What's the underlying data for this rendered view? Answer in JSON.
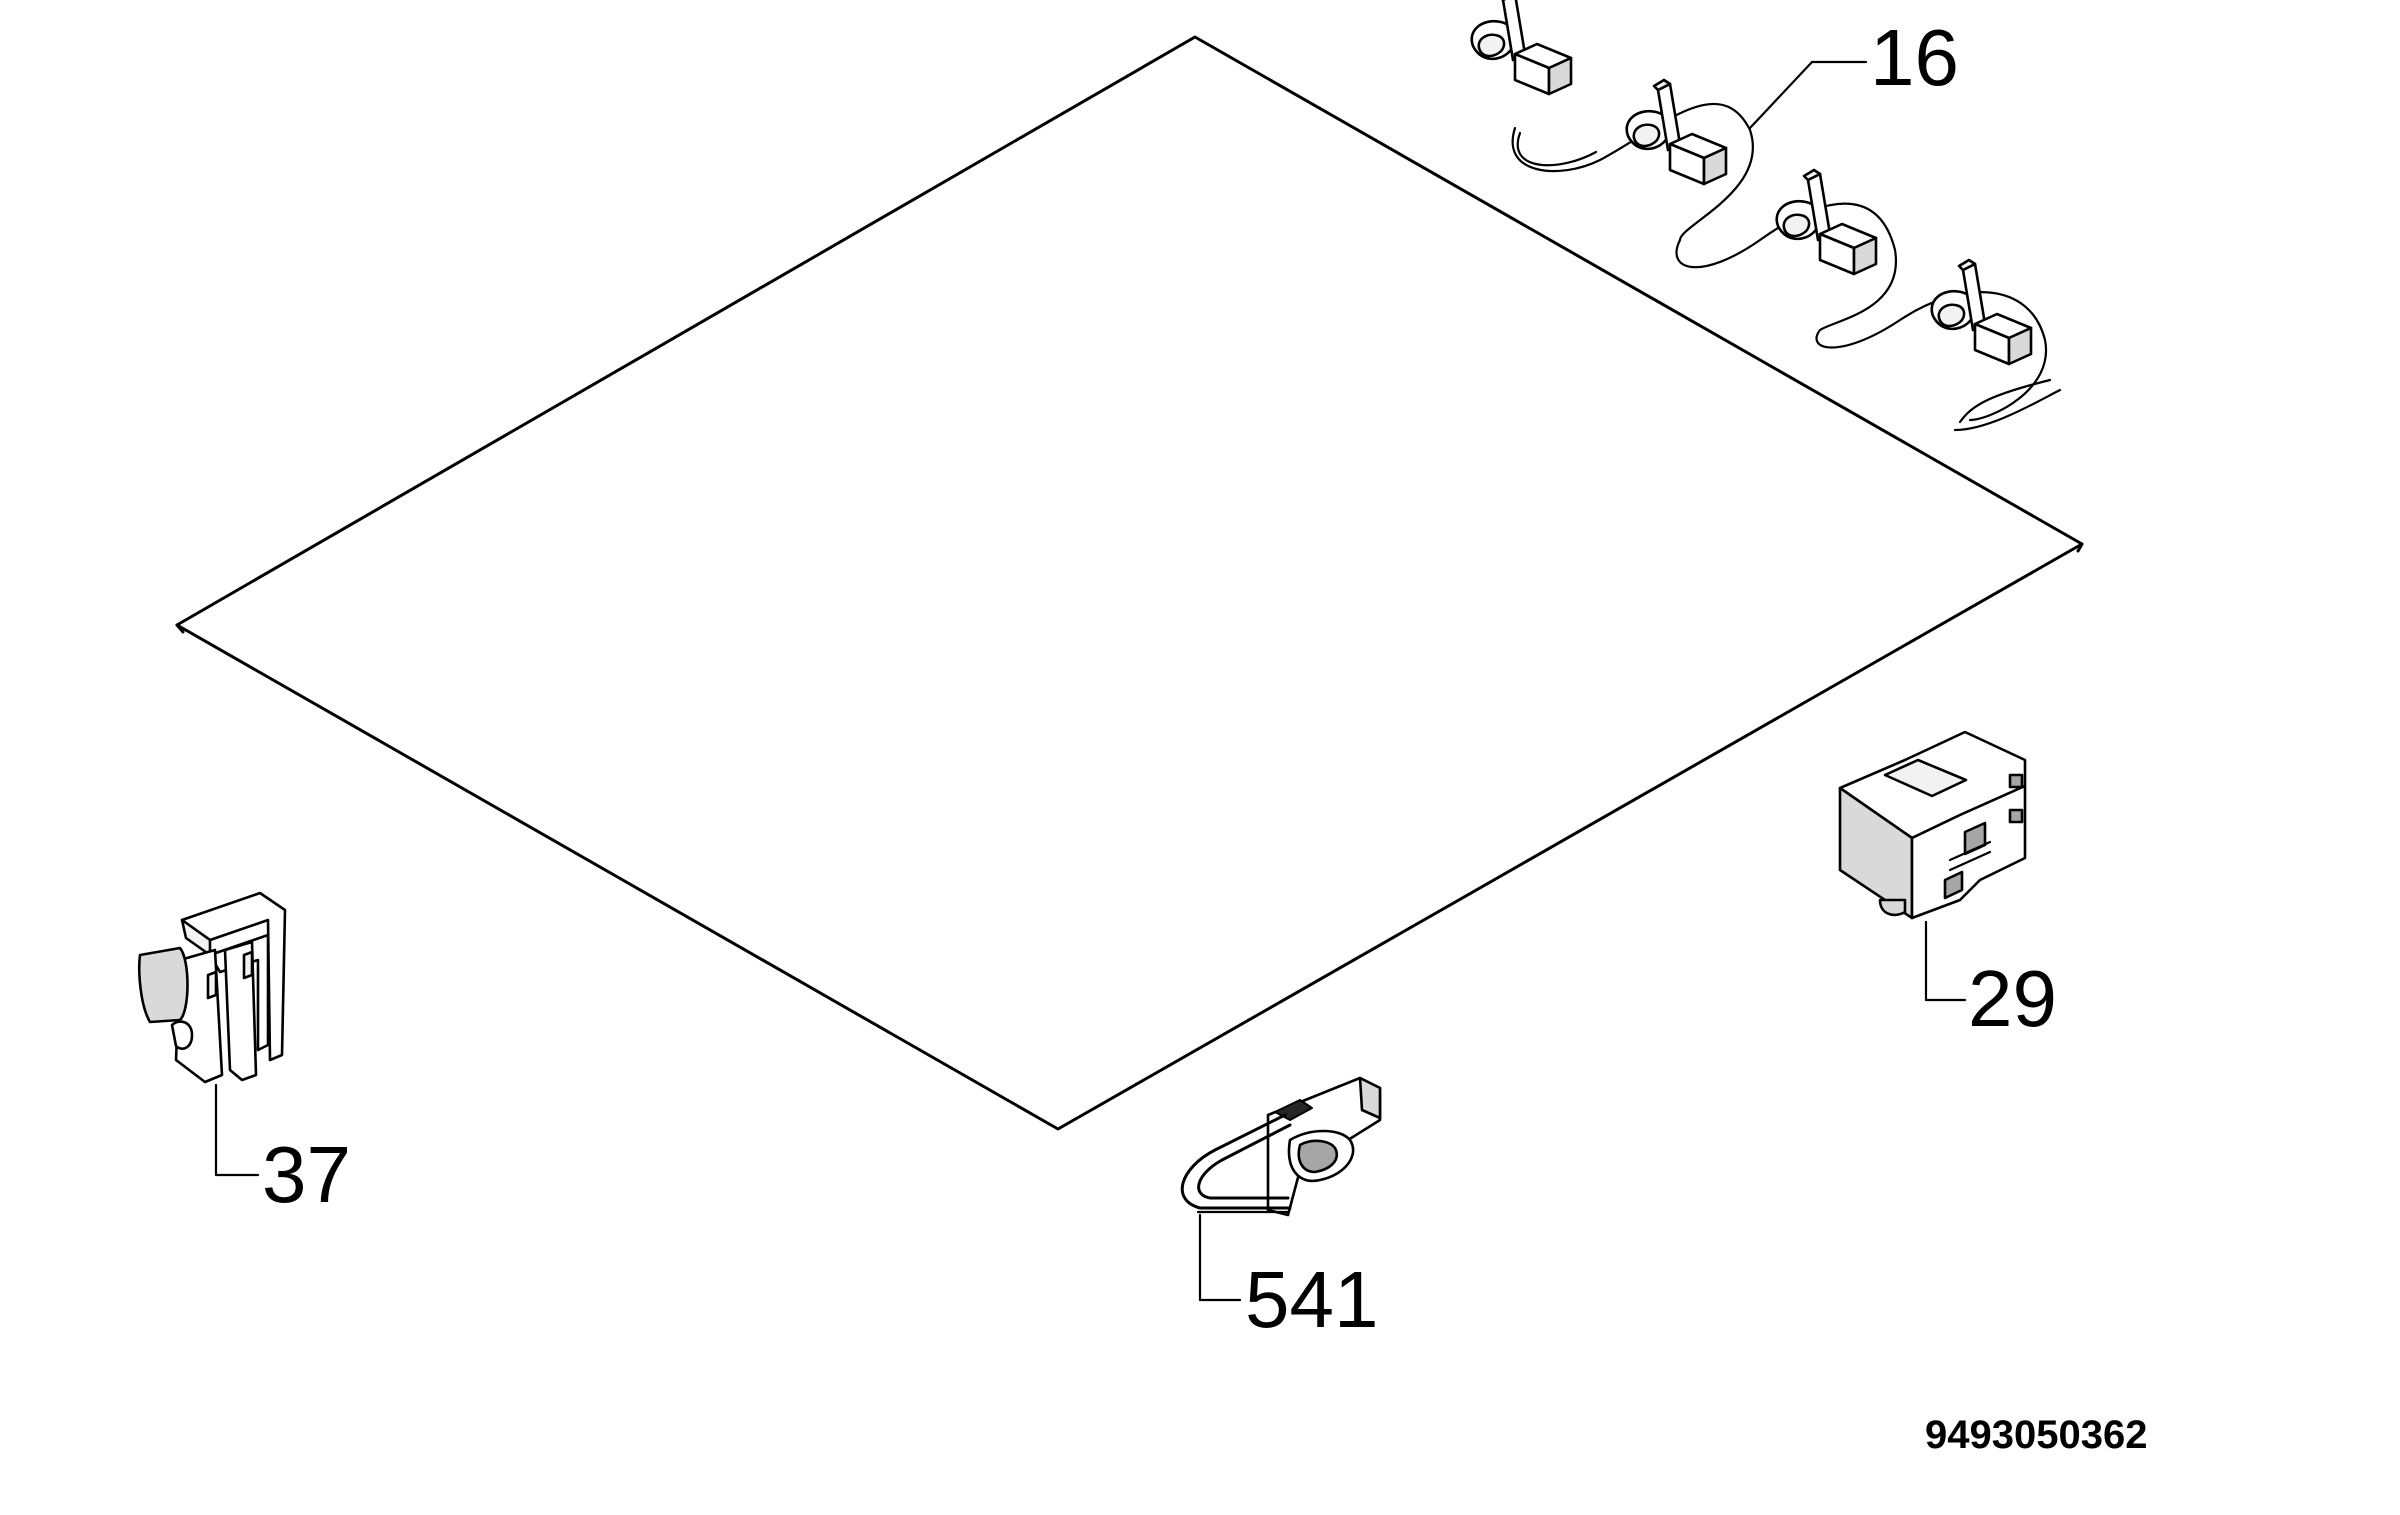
{
  "diagram": {
    "reference_code": "9493050362",
    "callouts": [
      {
        "id": "16",
        "label": "16",
        "part": "wire-connector-clips"
      },
      {
        "id": "29",
        "label": "29",
        "part": "connector-block"
      },
      {
        "id": "37",
        "label": "37",
        "part": "terminal-clip"
      },
      {
        "id": "541",
        "label": "541",
        "part": "cable-holder-clip"
      }
    ]
  }
}
